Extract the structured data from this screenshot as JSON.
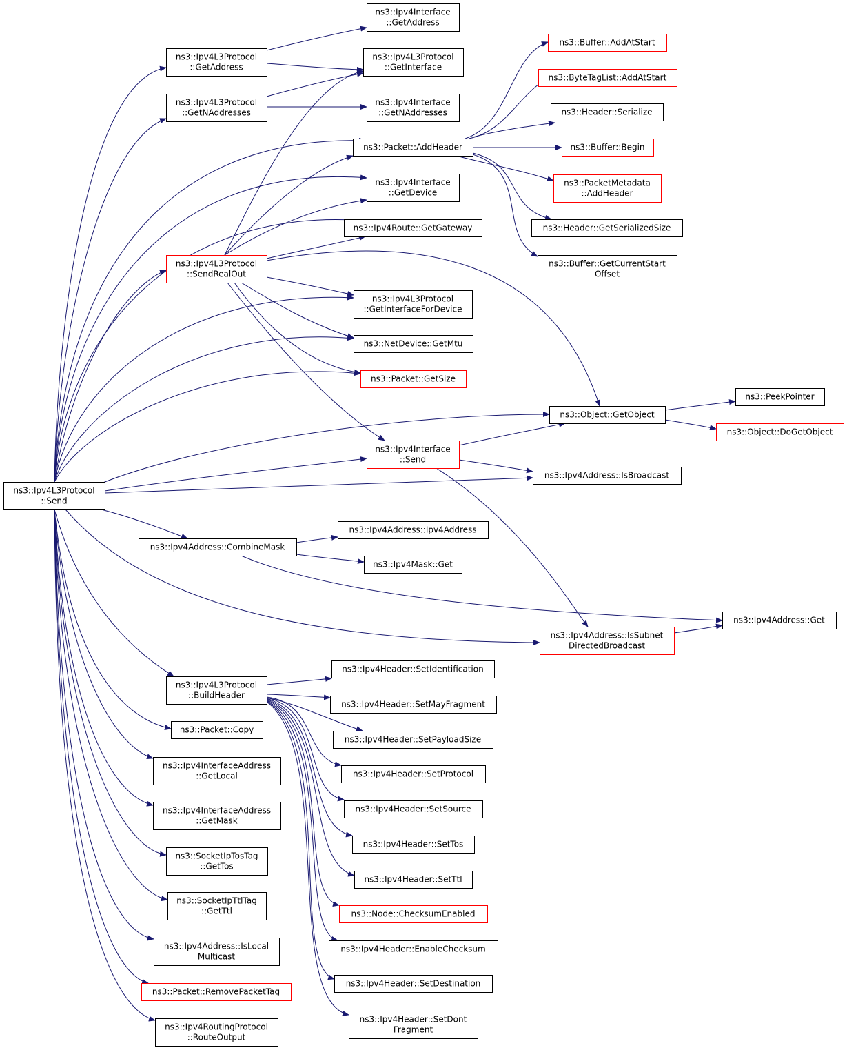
{
  "colors": {
    "edge": "#191970",
    "node_border": "#000000",
    "node_border_truncated": "#ff0000",
    "root_fill": "#bfbfbf",
    "node_fill": "#ffffff"
  },
  "nodes": [
    {
      "id": "root",
      "lines": [
        "ns3::Ipv4L3Protocol",
        "::Send"
      ],
      "style": "root"
    },
    {
      "id": "l3_getaddress",
      "lines": [
        "ns3::Ipv4L3Protocol",
        "::GetAddress"
      ],
      "style": "normal"
    },
    {
      "id": "l3_getnaddresses",
      "lines": [
        "ns3::Ipv4L3Protocol",
        "::GetNAddresses"
      ],
      "style": "normal"
    },
    {
      "id": "sendrealout",
      "lines": [
        "ns3::Ipv4L3Protocol",
        "::SendRealOut"
      ],
      "style": "truncated"
    },
    {
      "id": "combinemask",
      "lines": [
        "ns3::Ipv4Address::CombineMask"
      ],
      "style": "normal"
    },
    {
      "id": "buildheader",
      "lines": [
        "ns3::Ipv4L3Protocol",
        "::BuildHeader"
      ],
      "style": "normal"
    },
    {
      "id": "packet_copy",
      "lines": [
        "ns3::Packet::Copy"
      ],
      "style": "normal"
    },
    {
      "id": "ifaddr_getlocal",
      "lines": [
        "ns3::Ipv4InterfaceAddress",
        "::GetLocal"
      ],
      "style": "normal"
    },
    {
      "id": "ifaddr_getmask",
      "lines": [
        "ns3::Ipv4InterfaceAddress",
        "::GetMask"
      ],
      "style": "normal"
    },
    {
      "id": "tostag_gettos",
      "lines": [
        "ns3::SocketIpTosTag",
        "::GetTos"
      ],
      "style": "normal"
    },
    {
      "id": "ttltag_getttl",
      "lines": [
        "ns3::SocketIpTtlTag",
        "::GetTtl"
      ],
      "style": "normal"
    },
    {
      "id": "islocalmulticast",
      "lines": [
        "ns3::Ipv4Address::IsLocal",
        "Multicast"
      ],
      "style": "normal"
    },
    {
      "id": "removepackettag",
      "lines": [
        "ns3::Packet::RemovePacketTag"
      ],
      "style": "truncated"
    },
    {
      "id": "routeoutput",
      "lines": [
        "ns3::Ipv4RoutingProtocol",
        "::RouteOutput"
      ],
      "style": "normal"
    },
    {
      "id": "if_getaddress",
      "lines": [
        "ns3::Ipv4Interface",
        "::GetAddress"
      ],
      "style": "normal"
    },
    {
      "id": "l3_getinterface",
      "lines": [
        "ns3::Ipv4L3Protocol",
        "::GetInterface"
      ],
      "style": "normal"
    },
    {
      "id": "if_getnaddresses",
      "lines": [
        "ns3::Ipv4Interface",
        "::GetNAddresses"
      ],
      "style": "normal"
    },
    {
      "id": "addheader",
      "lines": [
        "ns3::Packet::AddHeader"
      ],
      "style": "normal"
    },
    {
      "id": "if_getdevice",
      "lines": [
        "ns3::Ipv4Interface",
        "::GetDevice"
      ],
      "style": "normal"
    },
    {
      "id": "getgateway",
      "lines": [
        "ns3::Ipv4Route::GetGateway"
      ],
      "style": "normal"
    },
    {
      "id": "getifacefordevice",
      "lines": [
        "ns3::Ipv4L3Protocol",
        "::GetInterfaceForDevice"
      ],
      "style": "normal"
    },
    {
      "id": "getmtu",
      "lines": [
        "ns3::NetDevice::GetMtu"
      ],
      "style": "normal"
    },
    {
      "id": "packet_getsize",
      "lines": [
        "ns3::Packet::GetSize"
      ],
      "style": "truncated"
    },
    {
      "id": "if_send",
      "lines": [
        "ns3::Ipv4Interface",
        "::Send"
      ],
      "style": "truncated"
    },
    {
      "id": "ipv4address_ctor",
      "lines": [
        "ns3::Ipv4Address::Ipv4Address"
      ],
      "style": "normal"
    },
    {
      "id": "ipv4mask_get",
      "lines": [
        "ns3::Ipv4Mask::Get"
      ],
      "style": "normal"
    },
    {
      "id": "setidentification",
      "lines": [
        "ns3::Ipv4Header::SetIdentification"
      ],
      "style": "normal"
    },
    {
      "id": "setmayfragment",
      "lines": [
        "ns3::Ipv4Header::SetMayFragment"
      ],
      "style": "normal"
    },
    {
      "id": "setpayloadsize",
      "lines": [
        "ns3::Ipv4Header::SetPayloadSize"
      ],
      "style": "normal"
    },
    {
      "id": "setprotocol",
      "lines": [
        "ns3::Ipv4Header::SetProtocol"
      ],
      "style": "normal"
    },
    {
      "id": "setsource",
      "lines": [
        "ns3::Ipv4Header::SetSource"
      ],
      "style": "normal"
    },
    {
      "id": "settos",
      "lines": [
        "ns3::Ipv4Header::SetTos"
      ],
      "style": "normal"
    },
    {
      "id": "setttl",
      "lines": [
        "ns3::Ipv4Header::SetTtl"
      ],
      "style": "normal"
    },
    {
      "id": "checksumenabled",
      "lines": [
        "ns3::Node::ChecksumEnabled"
      ],
      "style": "truncated"
    },
    {
      "id": "enablechecksum",
      "lines": [
        "ns3::Ipv4Header::EnableChecksum"
      ],
      "style": "normal"
    },
    {
      "id": "setdestination",
      "lines": [
        "ns3::Ipv4Header::SetDestination"
      ],
      "style": "normal"
    },
    {
      "id": "setdontfragment",
      "lines": [
        "ns3::Ipv4Header::SetDont",
        "Fragment"
      ],
      "style": "normal"
    },
    {
      "id": "buffer_addatstart",
      "lines": [
        "ns3::Buffer::AddAtStart"
      ],
      "style": "truncated"
    },
    {
      "id": "bytetaglist_addatstart",
      "lines": [
        "ns3::ByteTagList::AddAtStart"
      ],
      "style": "truncated"
    },
    {
      "id": "header_serialize",
      "lines": [
        "ns3::Header::Serialize"
      ],
      "style": "normal"
    },
    {
      "id": "buffer_begin",
      "lines": [
        "ns3::Buffer::Begin"
      ],
      "style": "truncated"
    },
    {
      "id": "pktmeta_addheader",
      "lines": [
        "ns3::PacketMetadata",
        "::AddHeader"
      ],
      "style": "truncated"
    },
    {
      "id": "getserializedsize",
      "lines": [
        "ns3::Header::GetSerializedSize"
      ],
      "style": "normal"
    },
    {
      "id": "getcurrentstartoffset",
      "lines": [
        "ns3::Buffer::GetCurrentStart",
        "Offset"
      ],
      "style": "normal"
    },
    {
      "id": "getobject",
      "lines": [
        "ns3::Object::GetObject"
      ],
      "style": "normal"
    },
    {
      "id": "isbroadcast",
      "lines": [
        "ns3::Ipv4Address::IsBroadcast"
      ],
      "style": "normal"
    },
    {
      "id": "issubnetdirectedbroadcast",
      "lines": [
        "ns3::Ipv4Address::IsSubnet",
        "DirectedBroadcast"
      ],
      "style": "truncated"
    },
    {
      "id": "ipv4address_get",
      "lines": [
        "ns3::Ipv4Address::Get"
      ],
      "style": "normal"
    },
    {
      "id": "peekpointer",
      "lines": [
        "ns3::PeekPointer"
      ],
      "style": "normal"
    },
    {
      "id": "dogetobject",
      "lines": [
        "ns3::Object::DoGetObject"
      ],
      "style": "truncated"
    }
  ]
}
